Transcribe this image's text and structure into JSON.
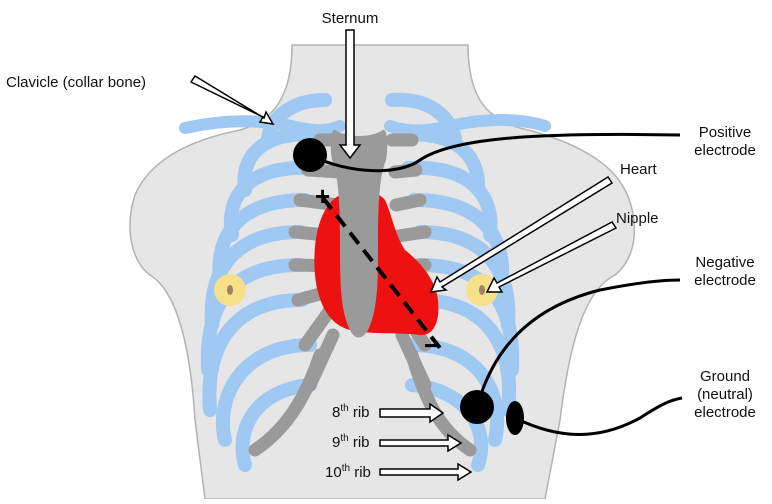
{
  "labels": {
    "sternum": "Sternum",
    "clavicle": "Clavicle (collar bone)",
    "positive_electrode": [
      "Positive",
      "electrode"
    ],
    "heart": "Heart",
    "nipple": "Nipple",
    "negative_electrode": [
      "Negative",
      "electrode"
    ],
    "ground_electrode": [
      "Ground",
      "(neutral)",
      "electrode"
    ],
    "rib8": {
      "num": "8",
      "sup": "th",
      "word": " rib"
    },
    "rib9": {
      "num": "9",
      "sup": "th",
      "word": " rib"
    },
    "rib10": {
      "num": "10",
      "sup": "th",
      "word": " rib"
    }
  },
  "signs": {
    "plus": "+",
    "minus": "−"
  },
  "colors": {
    "skin": "#e6e6e6",
    "skin_outline": "#b3b3b3",
    "rib": "#9fc8f2",
    "cartilage": "#9a9a9a",
    "sternum": "#9a9a9a",
    "heart": "#ee1111",
    "nipple": "#f7e08a",
    "areola": "#a08060",
    "electrode": "#000000"
  }
}
